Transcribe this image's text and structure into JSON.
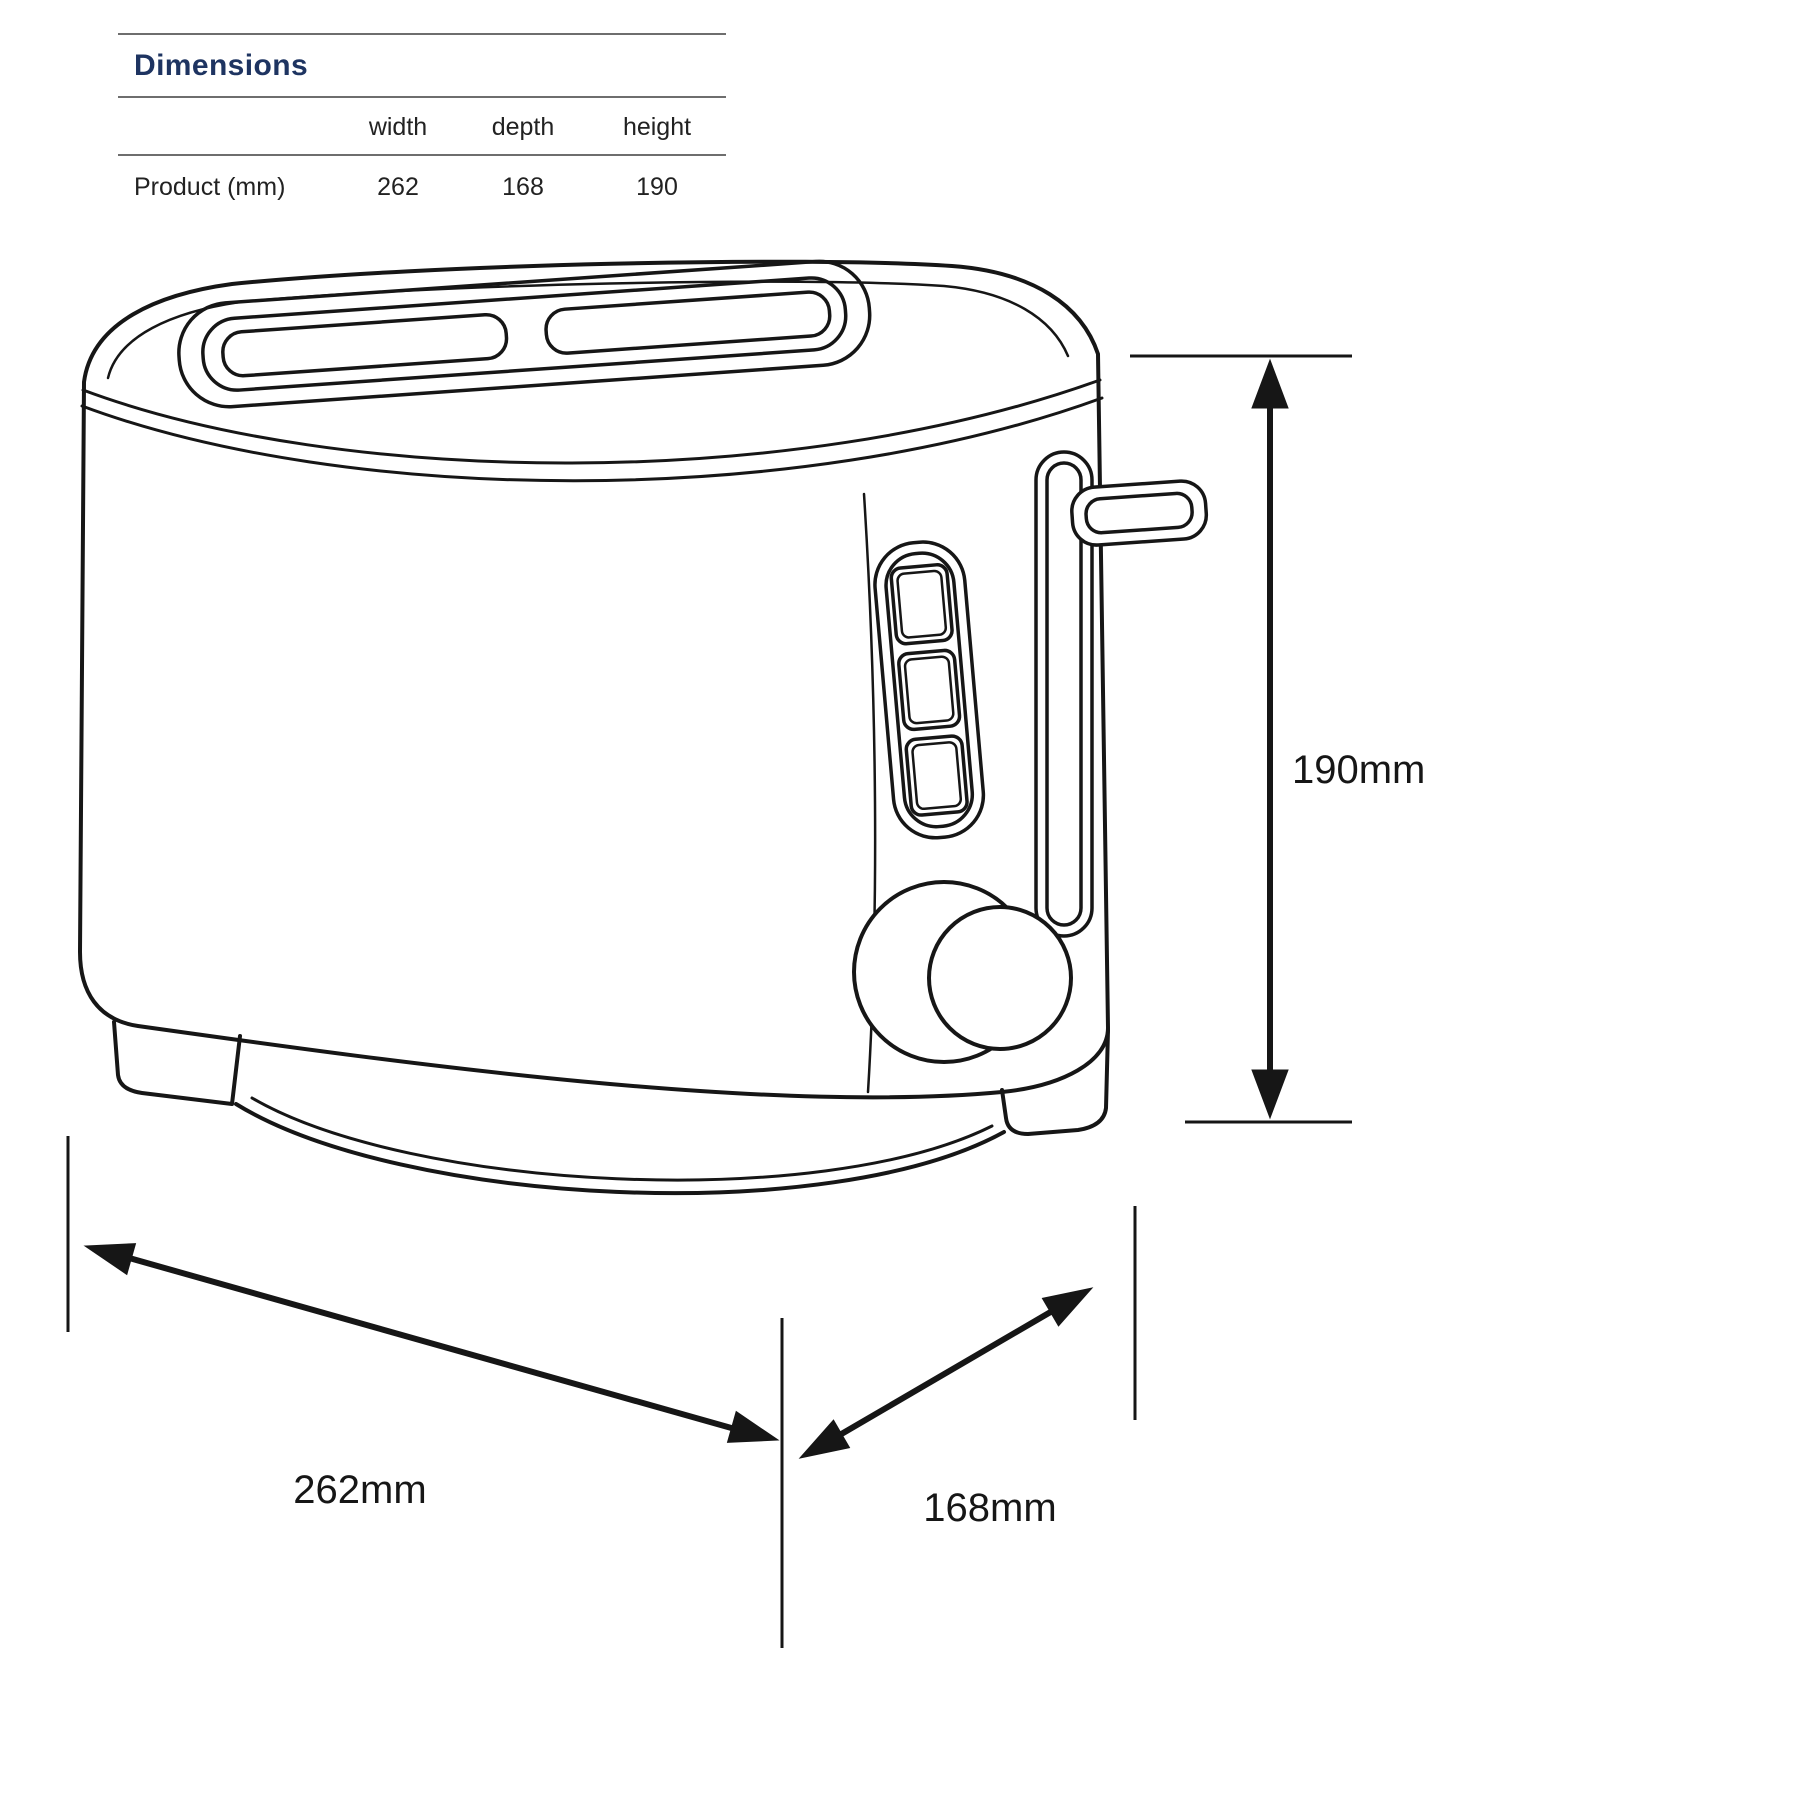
{
  "dimensions_table": {
    "title": "Dimensions",
    "columns": [
      "width",
      "depth",
      "height"
    ],
    "rows": [
      {
        "label": "Product (mm)",
        "values": [
          "262",
          "168",
          "190"
        ]
      }
    ]
  },
  "dimension_labels": {
    "height": "190mm",
    "width": "262mm",
    "depth": "168mm"
  },
  "illustration": {
    "subject": "2-slice toaster line drawing, three-quarter view with browning dial, 3-button panel, lever handle and bread slots"
  },
  "colors": {
    "title_text": "#1e3461",
    "line_art": "#161616",
    "rule_lines": "#6e6e6e"
  }
}
